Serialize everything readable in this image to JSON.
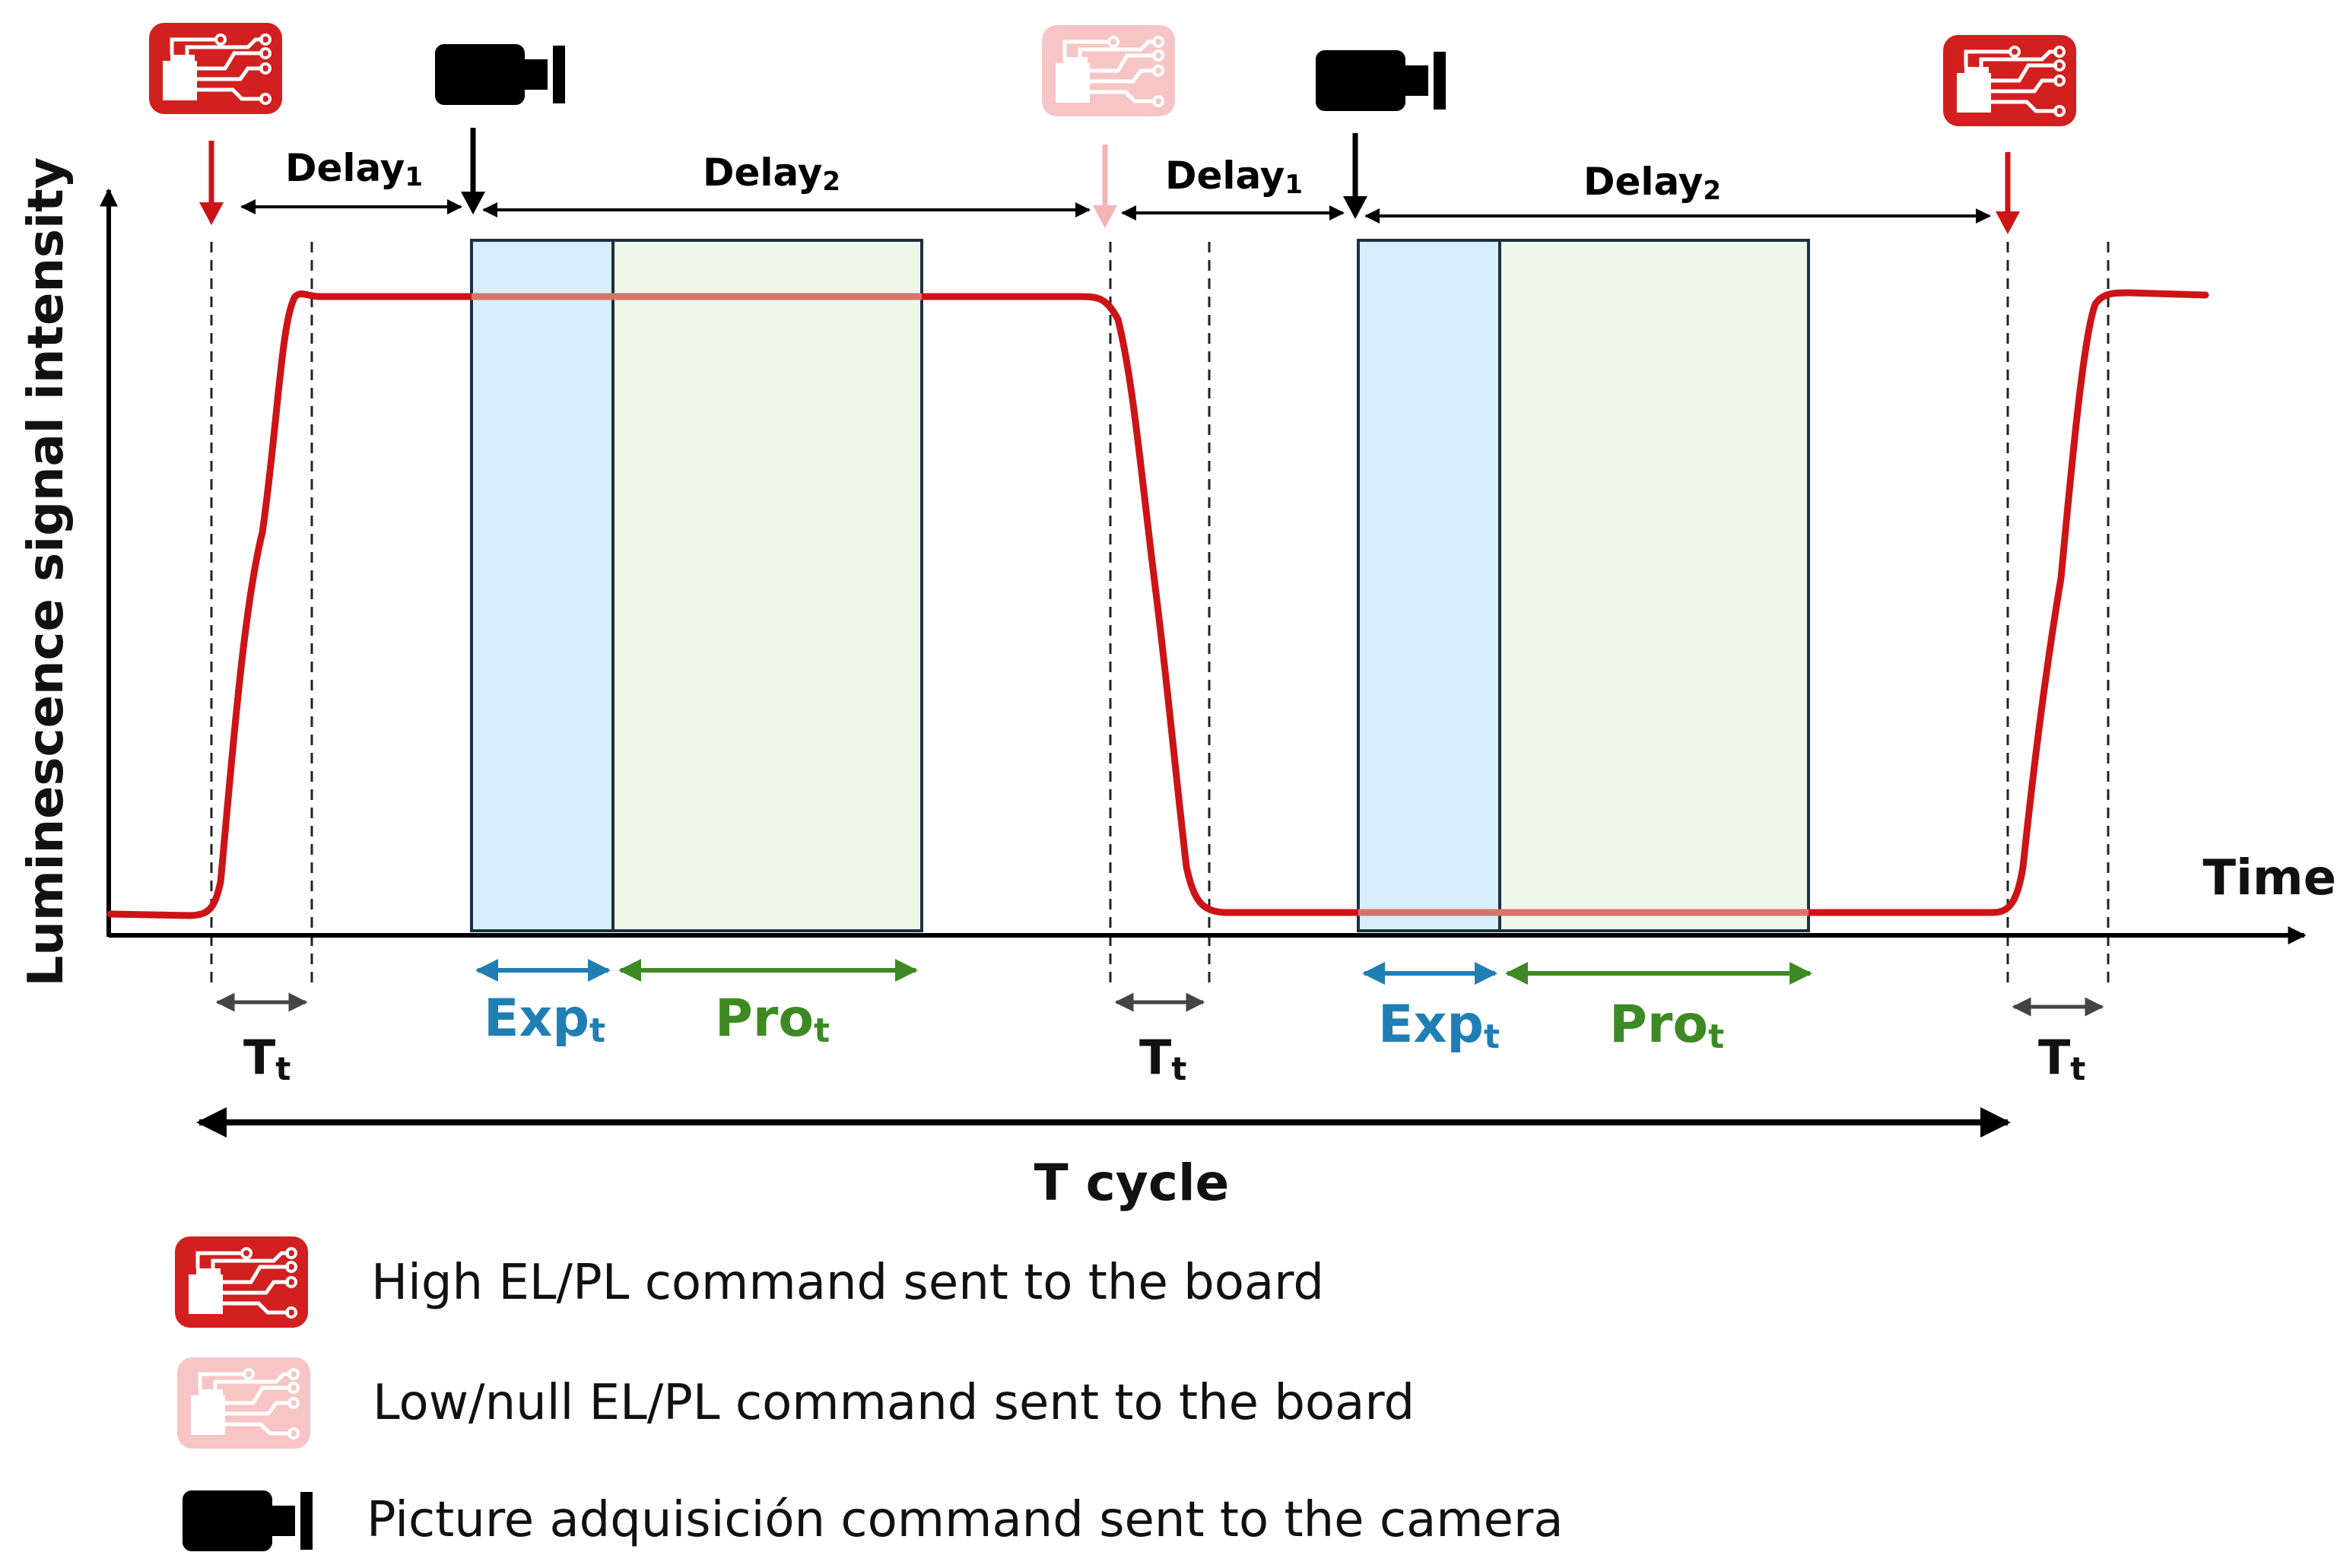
{
  "axes": {
    "y_label": "Luminescence signal intensity",
    "x_label": "Time"
  },
  "labels": {
    "delay1": "Delay",
    "delay1_sub": "1",
    "delay2": "Delay",
    "delay2_sub": "2",
    "exp": "Exp",
    "exp_sub": "t",
    "pro": "Pro",
    "pro_sub": "t",
    "tt": "T",
    "tt_sub": "t",
    "tcycle": "T cycle"
  },
  "legend": {
    "high": "High EL/PL command sent to the board",
    "low": "Low/null EL/PL command sent to the board",
    "camera": "Picture adquisición command sent to the camera"
  },
  "colors": {
    "signal": "#cc1417",
    "board_high": "#d21f1f",
    "board_low": "#f7c5c5",
    "exposure_fill": "#d6effa",
    "exposure_arrow": "#1f7fb4",
    "processing_fill": "#eef7e8",
    "processing_arrow": "#3d8a25",
    "axis": "#000000"
  },
  "icons": {
    "board": "circuit-board-icon",
    "camera": "camera-icon"
  }
}
